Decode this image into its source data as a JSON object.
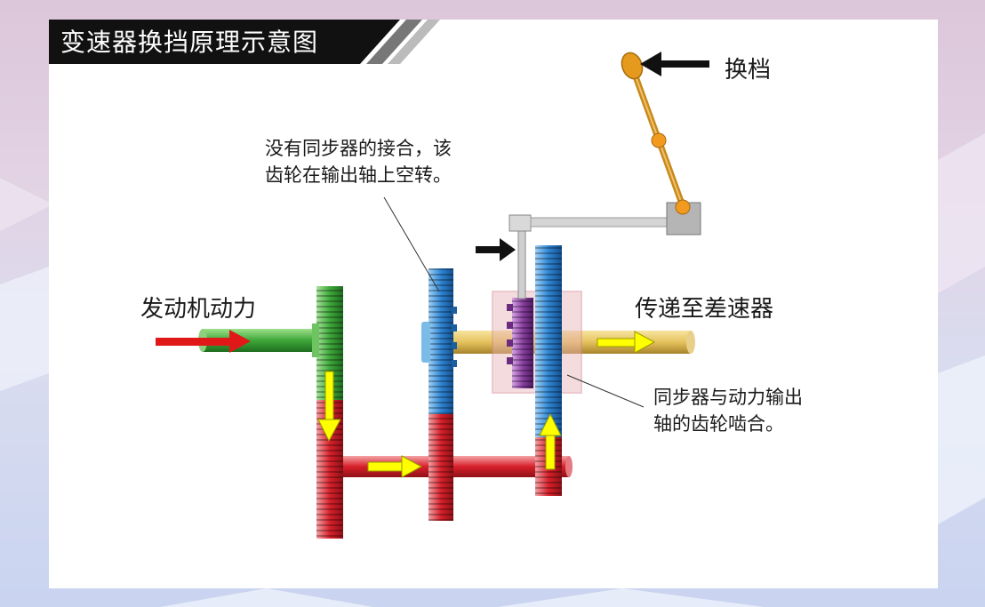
{
  "title": "变速器换挡原理示意图",
  "labels": {
    "shift": "换档",
    "engine_power": "发动机动力",
    "to_differential": "传递至差速器",
    "idle_note_line1": "没有同步器的接合，该",
    "idle_note_line2": "齿轮在输出轴上空转。",
    "sync_note_line1": "同步器与动力输出",
    "sync_note_line2": "轴的齿轮啮合。"
  },
  "colors": {
    "input_gear": "#3ea83a",
    "output_gear_blue": "#2f86d4",
    "countershaft_red": "#d8202a",
    "synchronizer": "#8a3fa0",
    "output_shaft": "#e6c25e",
    "flow_arrow": "#ffff00",
    "input_arrow": "#e01818",
    "lever": "#c88a1a",
    "title_bar": "#111111"
  }
}
